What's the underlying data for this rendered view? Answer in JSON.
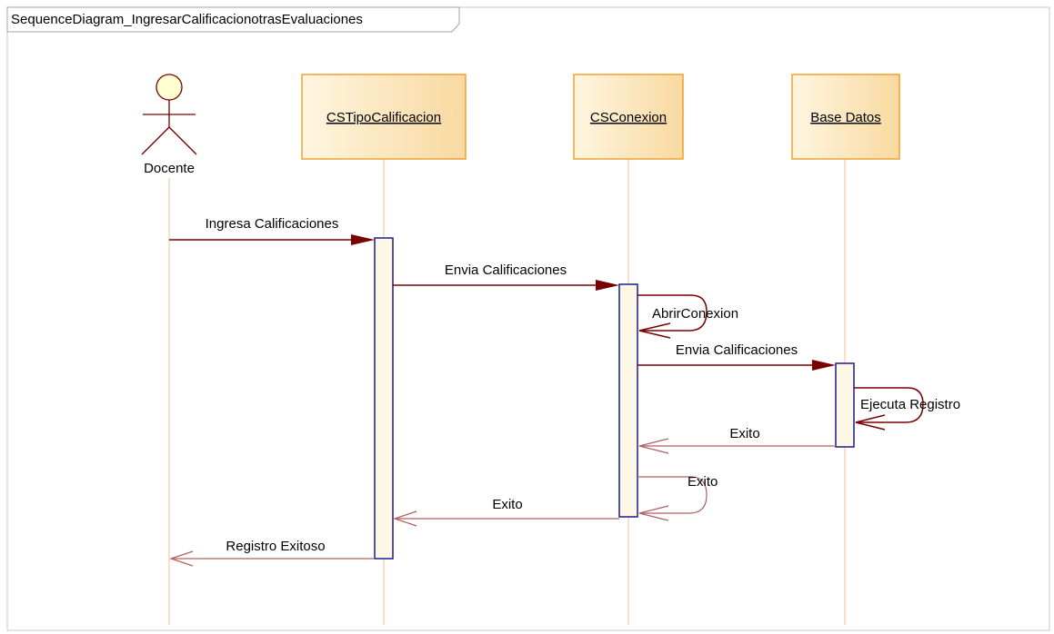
{
  "frame": {
    "title": "SequenceDiagram_IngresarCalificacionotrasEvaluaciones"
  },
  "actor": {
    "name": "Docente"
  },
  "objects": [
    {
      "name": "CSTipoCalificacion"
    },
    {
      "name": "CSConexion"
    },
    {
      "name": "Base Datos"
    }
  ],
  "messages": [
    {
      "label": "Ingresa Calificaciones",
      "kind": "call"
    },
    {
      "label": "Envia Calificaciones",
      "kind": "call"
    },
    {
      "label": "AbrirConexion",
      "kind": "self-call"
    },
    {
      "label": "Envia Calificaciones",
      "kind": "call"
    },
    {
      "label": "Ejecuta Registro",
      "kind": "self-call"
    },
    {
      "label": "Exito",
      "kind": "return"
    },
    {
      "label": "Exito",
      "kind": "self-return"
    },
    {
      "label": "Exito",
      "kind": "return"
    },
    {
      "label": "Registro Exitoso",
      "kind": "return"
    }
  ],
  "colors": {
    "object_fill": "#fdecc8",
    "object_border": "#f0a030",
    "lifeline": "#f5c08a",
    "activation_fill": "#fdf8e6",
    "activation_border": "#1c1c8c",
    "message": "#7a0000",
    "return": "#b06060",
    "actor": "#7a0000",
    "actor_head": "#ffffd0",
    "frame_border": "#c0c0c8"
  }
}
